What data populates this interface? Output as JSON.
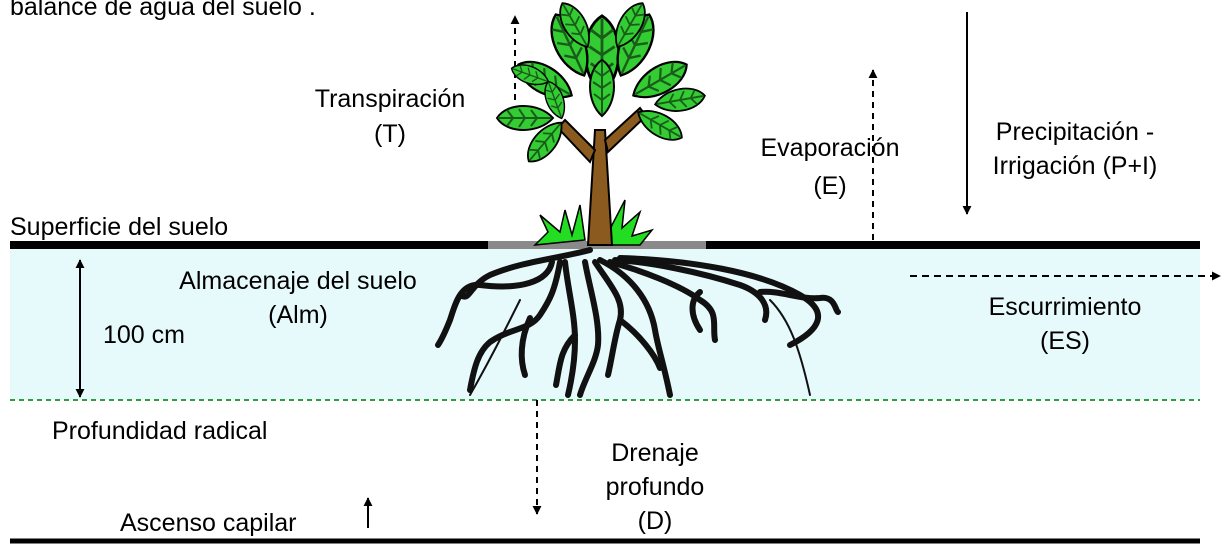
{
  "intro_fragment": "balance de agua del suelo .",
  "labels": {
    "transpiration_line1": "Transpiración",
    "transpiration_line2": "(T)",
    "evaporation_line1": "Evaporación",
    "evaporation_line2": "(E)",
    "precipitation_line1": "Precipitación -",
    "precipitation_line2": "Irrigación (P+I)",
    "soil_surface": "Superficie del suelo",
    "storage_line1": "Almacenaje del suelo",
    "storage_line2": "(Alm)",
    "depth_value": "100 cm",
    "runoff_line1": "Escurrimiento",
    "runoff_line2": "(ES)",
    "root_depth": "Profundidad radical",
    "drainage_line1": "Drenaje",
    "drainage_line2": "profundo",
    "drainage_line3": "(D)",
    "capillary_rise": "Ascenso capilar"
  },
  "colors": {
    "soil_zone": "#e6f9fb",
    "root_depth_line": "#2e9e3e",
    "surface_line": "#000000",
    "surface_under_plant": "#8a8a8a",
    "leaf": "#33cc33",
    "leaf_vein": "#1a5c1a",
    "trunk": "#8b5a1e",
    "grass": "#22dd22",
    "roots": "#111111"
  }
}
